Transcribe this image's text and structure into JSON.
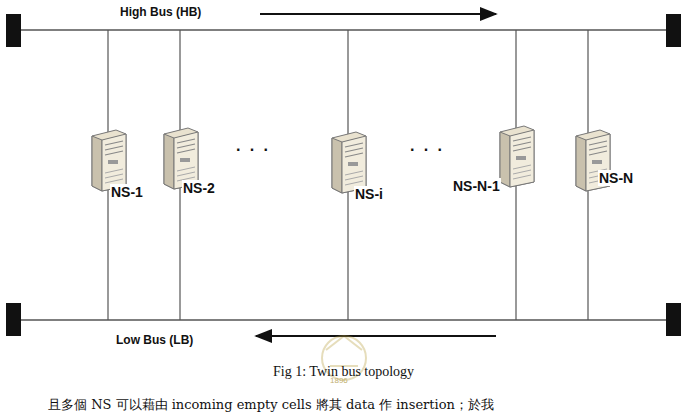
{
  "diagram": {
    "caption": "Fig 1: Twin bus topology",
    "nodes": [
      {
        "text": [
          "NS-1"
        ]
      },
      {
        "text": [
          "NS-2"
        ]
      },
      {
        "text": [
          "NS-i"
        ]
      },
      {
        "text": [
          "NS-N-1"
        ]
      },
      {
        "text": [
          "NS-N"
        ]
      }
    ],
    "edges": [],
    "labels": [
      "High Bus (HB)",
      "Low Bus (LB)",
      "· · ·",
      "· · ·",
      "1896",
      "且多個 NS 可以藉由 incoming empty cells 將其 data 作 insertion；於我"
    ]
  }
}
